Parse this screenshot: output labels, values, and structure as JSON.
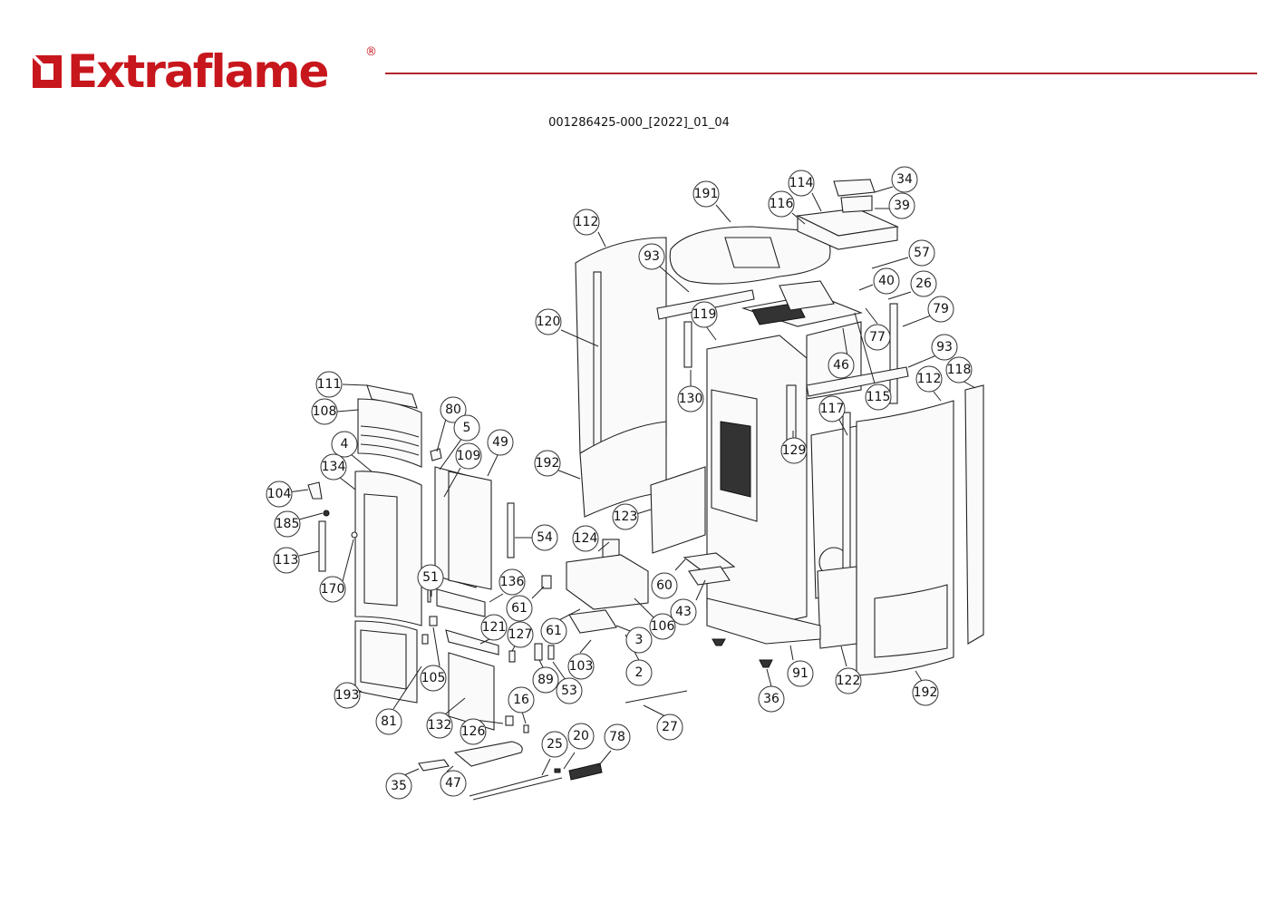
{
  "brand": {
    "name": "Extraflame",
    "registered_mark": "®",
    "color": "#c8161d",
    "rule_color": "#b3262c"
  },
  "document": {
    "code": "001286425-000_[2022]_01_04"
  },
  "diagram": {
    "type": "exploded-parts-view",
    "subject": "pellet stove",
    "callouts": [
      {
        "id": "c191",
        "label": "191"
      },
      {
        "id": "c114",
        "label": "114"
      },
      {
        "id": "c34",
        "label": "34"
      },
      {
        "id": "c116",
        "label": "116"
      },
      {
        "id": "c39",
        "label": "39"
      },
      {
        "id": "c112a",
        "label": "112"
      },
      {
        "id": "c93a",
        "label": "93"
      },
      {
        "id": "c57",
        "label": "57"
      },
      {
        "id": "c40",
        "label": "40"
      },
      {
        "id": "c26",
        "label": "26"
      },
      {
        "id": "c120",
        "label": "120"
      },
      {
        "id": "c119",
        "label": "119"
      },
      {
        "id": "c79",
        "label": "79"
      },
      {
        "id": "c77",
        "label": "77"
      },
      {
        "id": "c93b",
        "label": "93"
      },
      {
        "id": "c46",
        "label": "46"
      },
      {
        "id": "c118",
        "label": "118"
      },
      {
        "id": "c112b",
        "label": "112"
      },
      {
        "id": "c111",
        "label": "111"
      },
      {
        "id": "c130",
        "label": "130"
      },
      {
        "id": "c115",
        "label": "115"
      },
      {
        "id": "c108",
        "label": "108"
      },
      {
        "id": "c80",
        "label": "80"
      },
      {
        "id": "c117",
        "label": "117"
      },
      {
        "id": "c5",
        "label": "5"
      },
      {
        "id": "c4",
        "label": "4"
      },
      {
        "id": "c49",
        "label": "49"
      },
      {
        "id": "c109",
        "label": "109"
      },
      {
        "id": "c129",
        "label": "129"
      },
      {
        "id": "c134",
        "label": "134"
      },
      {
        "id": "c192a",
        "label": "192"
      },
      {
        "id": "c104",
        "label": "104"
      },
      {
        "id": "c123",
        "label": "123"
      },
      {
        "id": "c185",
        "label": "185"
      },
      {
        "id": "c54",
        "label": "54"
      },
      {
        "id": "c124",
        "label": "124"
      },
      {
        "id": "c113",
        "label": "113"
      },
      {
        "id": "c51",
        "label": "51"
      },
      {
        "id": "c136",
        "label": "136"
      },
      {
        "id": "c60",
        "label": "60"
      },
      {
        "id": "c170",
        "label": "170"
      },
      {
        "id": "c61a",
        "label": "61"
      },
      {
        "id": "c43",
        "label": "43"
      },
      {
        "id": "c106",
        "label": "106"
      },
      {
        "id": "c121",
        "label": "121"
      },
      {
        "id": "c61b",
        "label": "61"
      },
      {
        "id": "c127",
        "label": "127"
      },
      {
        "id": "c3",
        "label": "3"
      },
      {
        "id": "c103",
        "label": "103"
      },
      {
        "id": "c105",
        "label": "105"
      },
      {
        "id": "c2",
        "label": "2"
      },
      {
        "id": "c89",
        "label": "89"
      },
      {
        "id": "c91",
        "label": "91"
      },
      {
        "id": "c122",
        "label": "122"
      },
      {
        "id": "c193",
        "label": "193"
      },
      {
        "id": "c53",
        "label": "53"
      },
      {
        "id": "c192b",
        "label": "192"
      },
      {
        "id": "c16",
        "label": "16"
      },
      {
        "id": "c36",
        "label": "36"
      },
      {
        "id": "c81",
        "label": "81"
      },
      {
        "id": "c132",
        "label": "132"
      },
      {
        "id": "c27",
        "label": "27"
      },
      {
        "id": "c126",
        "label": "126"
      },
      {
        "id": "c20",
        "label": "20"
      },
      {
        "id": "c78",
        "label": "78"
      },
      {
        "id": "c25",
        "label": "25"
      },
      {
        "id": "c47",
        "label": "47"
      },
      {
        "id": "c35",
        "label": "35"
      }
    ]
  }
}
